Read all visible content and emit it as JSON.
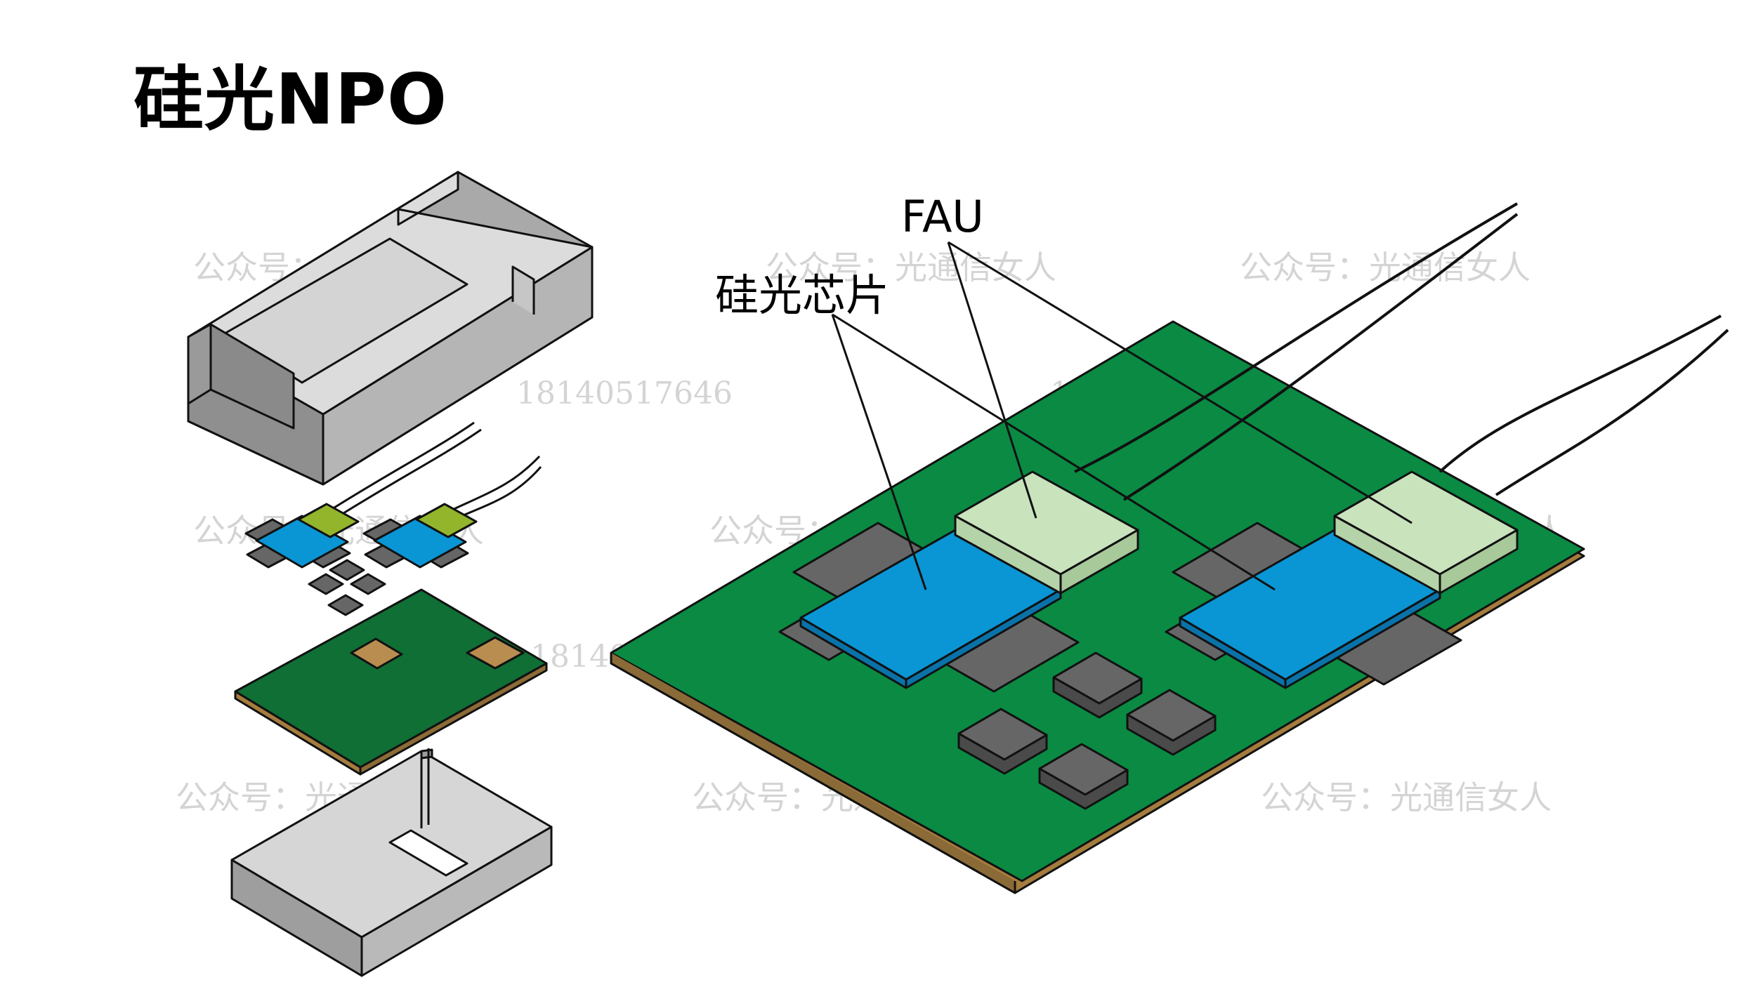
{
  "title": "硅光NPO",
  "labels": {
    "fau": "FAU",
    "sipho_chip": "硅光芯片"
  },
  "watermarks": {
    "text": "公众号：光通信女人",
    "phone": "18140517646"
  },
  "colors": {
    "pcb_green": "#0a8a43",
    "pcb_dark_green": "#0f6f35",
    "substrate_edge": "#a57c3e",
    "chip_blue": "#0a95d4",
    "fau_light_green": "#c9e3bd",
    "fau_yellow_green": "#93b52b",
    "component_gray": "#666666",
    "housing_gray": "#cfcfcf",
    "pad_tan": "#b88d4f"
  },
  "icons": [
    "fiber-lines",
    "pcb-board",
    "housing-lid",
    "housing-base"
  ]
}
